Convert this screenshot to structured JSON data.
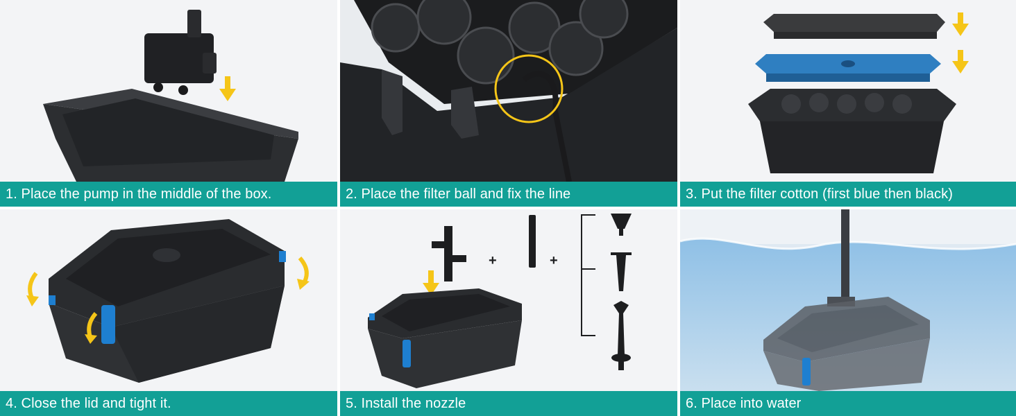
{
  "steps": [
    {
      "number": 1,
      "caption": "1. Place the pump in the middle of the box."
    },
    {
      "number": 2,
      "caption": "2. Place the filter ball and fix the line"
    },
    {
      "number": 3,
      "caption": "3. Put the filter cotton (first blue then black)"
    },
    {
      "number": 4,
      "caption": "4. Close the lid and tight it."
    },
    {
      "number": 5,
      "caption": "5. Install the nozzle"
    },
    {
      "number": 6,
      "caption": "6. Place into water"
    }
  ],
  "nozzle_plus_signs": [
    "+",
    "+"
  ],
  "colors": {
    "caption_bar": "#12a096",
    "arrow": "#f5c518",
    "box": "#2b2d30",
    "blue_sponge": "#2f7fc1",
    "black_sponge": "#3a3b3d",
    "clip": "#1e7fd0",
    "water": "#bcd8ee"
  },
  "icons": [
    "down-arrow-icon",
    "curved-arrow-icon",
    "plus-icon",
    "bracket-icon"
  ]
}
